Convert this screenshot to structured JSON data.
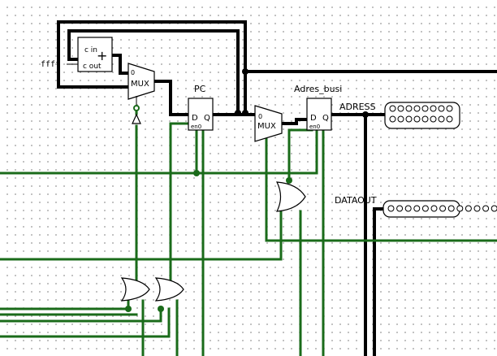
{
  "circuit": {
    "constant": {
      "value": "ffff"
    },
    "adder": {
      "cin_label": "c in",
      "cout_label": "c out",
      "op_symbol": "+"
    },
    "mux1": {
      "label": "MUX",
      "sel0": "0"
    },
    "mux2": {
      "label": "MUX",
      "sel0": "0"
    },
    "pc_register": {
      "title": "PC",
      "d": "D",
      "q": "Q",
      "en": "en0"
    },
    "addr_register": {
      "title": "Adres_busi",
      "d": "D",
      "q": "Q",
      "en": "en0"
    },
    "addr_output": {
      "label": "ADRESS",
      "bits": 16
    },
    "data_output": {
      "label": "DATAOUT",
      "bits": 16
    }
  },
  "colors": {
    "bus": "#000000",
    "wire": "#1a6b1a",
    "background": "#ffffff",
    "grid_dot": "#9a9a9a"
  }
}
